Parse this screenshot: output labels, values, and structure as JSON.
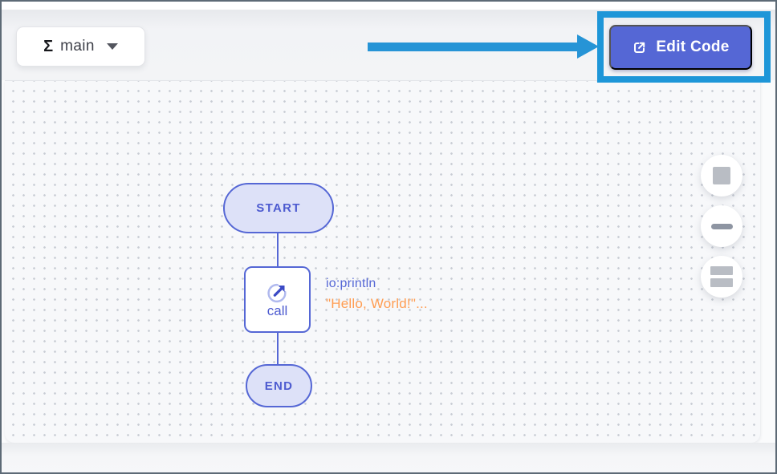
{
  "toolbar": {
    "function_selector": {
      "sigma": "Σ",
      "selected_function": "main"
    },
    "edit_code": {
      "label": "Edit Code",
      "bg_color": "#5567d5"
    }
  },
  "annotation": {
    "arrow_color": "#2694d6",
    "highlight_color": "#1e96d8"
  },
  "diagram": {
    "accent_color": "#5567d5",
    "node_fill_color": "#dde1f8",
    "start": {
      "label": "START"
    },
    "call": {
      "label": "call",
      "expression": "io:println",
      "arguments": "\"Hello, World!\"...",
      "expression_color": "#5567d5",
      "arguments_color": "#ff9d52"
    },
    "end": {
      "label": "END"
    }
  },
  "controls": {
    "buttons": [
      {
        "name": "zoom-in"
      },
      {
        "name": "zoom-out"
      },
      {
        "name": "fit-to-screen"
      }
    ]
  }
}
